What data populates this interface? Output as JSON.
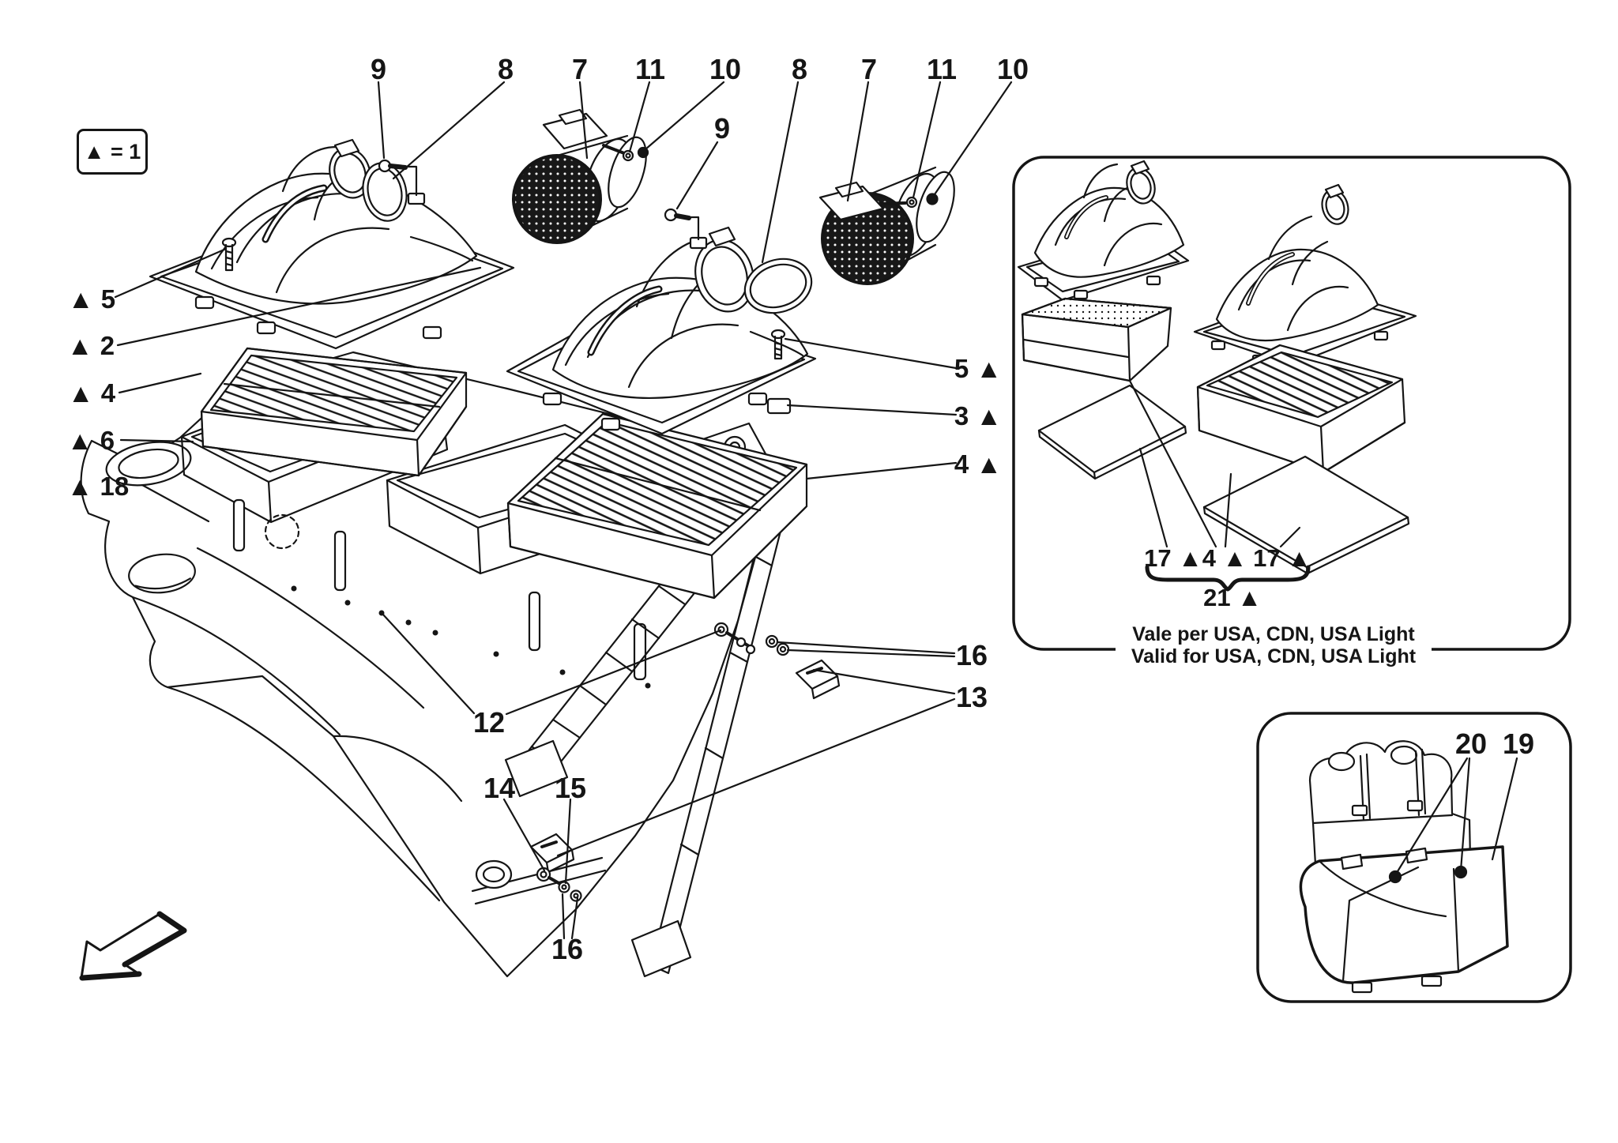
{
  "colors": {
    "ink": "#151515",
    "paper": "#ffffff"
  },
  "legend": {
    "label": "▲ = 1"
  },
  "callouts": {
    "n9a": "9",
    "n8a": "8",
    "n7a": "7",
    "n11a": "11",
    "n10a": "10",
    "n9b": "9",
    "n8b": "8",
    "n7b": "7",
    "n11b": "11",
    "n10b": "10",
    "t5": "▲ 5",
    "t2": "▲ 2",
    "t4": "▲ 4",
    "t6": "▲ 6",
    "t18": "▲ 18",
    "r5": "5 ▲",
    "r3": "3 ▲",
    "r4": "4 ▲",
    "m12": "12",
    "m13": "13",
    "m14": "14",
    "m15": "15",
    "m16_upper": "16",
    "m16_lower": "16",
    "i17_left": "17 ▲",
    "i4": "4 ▲",
    "i17_right": "17 ▲",
    "i21": "21 ▲",
    "b20": "20",
    "b19": "19"
  },
  "inset_usa": {
    "caption_line1": "Vale per USA, CDN, USA Light",
    "caption_line2": "Valid for USA, CDN, USA Light"
  }
}
